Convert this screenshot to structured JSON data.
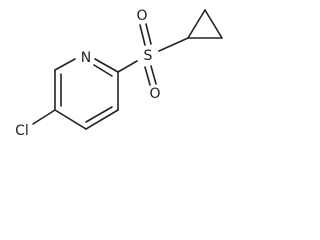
{
  "molecule": {
    "atoms": {
      "chlorine": "Cl",
      "nitrogen": "N",
      "sulfur": "S",
      "oxygen_top": "O",
      "oxygen_bottom": "O"
    },
    "colors": {
      "bond": "#222222",
      "text": "#222222",
      "background": "#ffffff"
    }
  }
}
